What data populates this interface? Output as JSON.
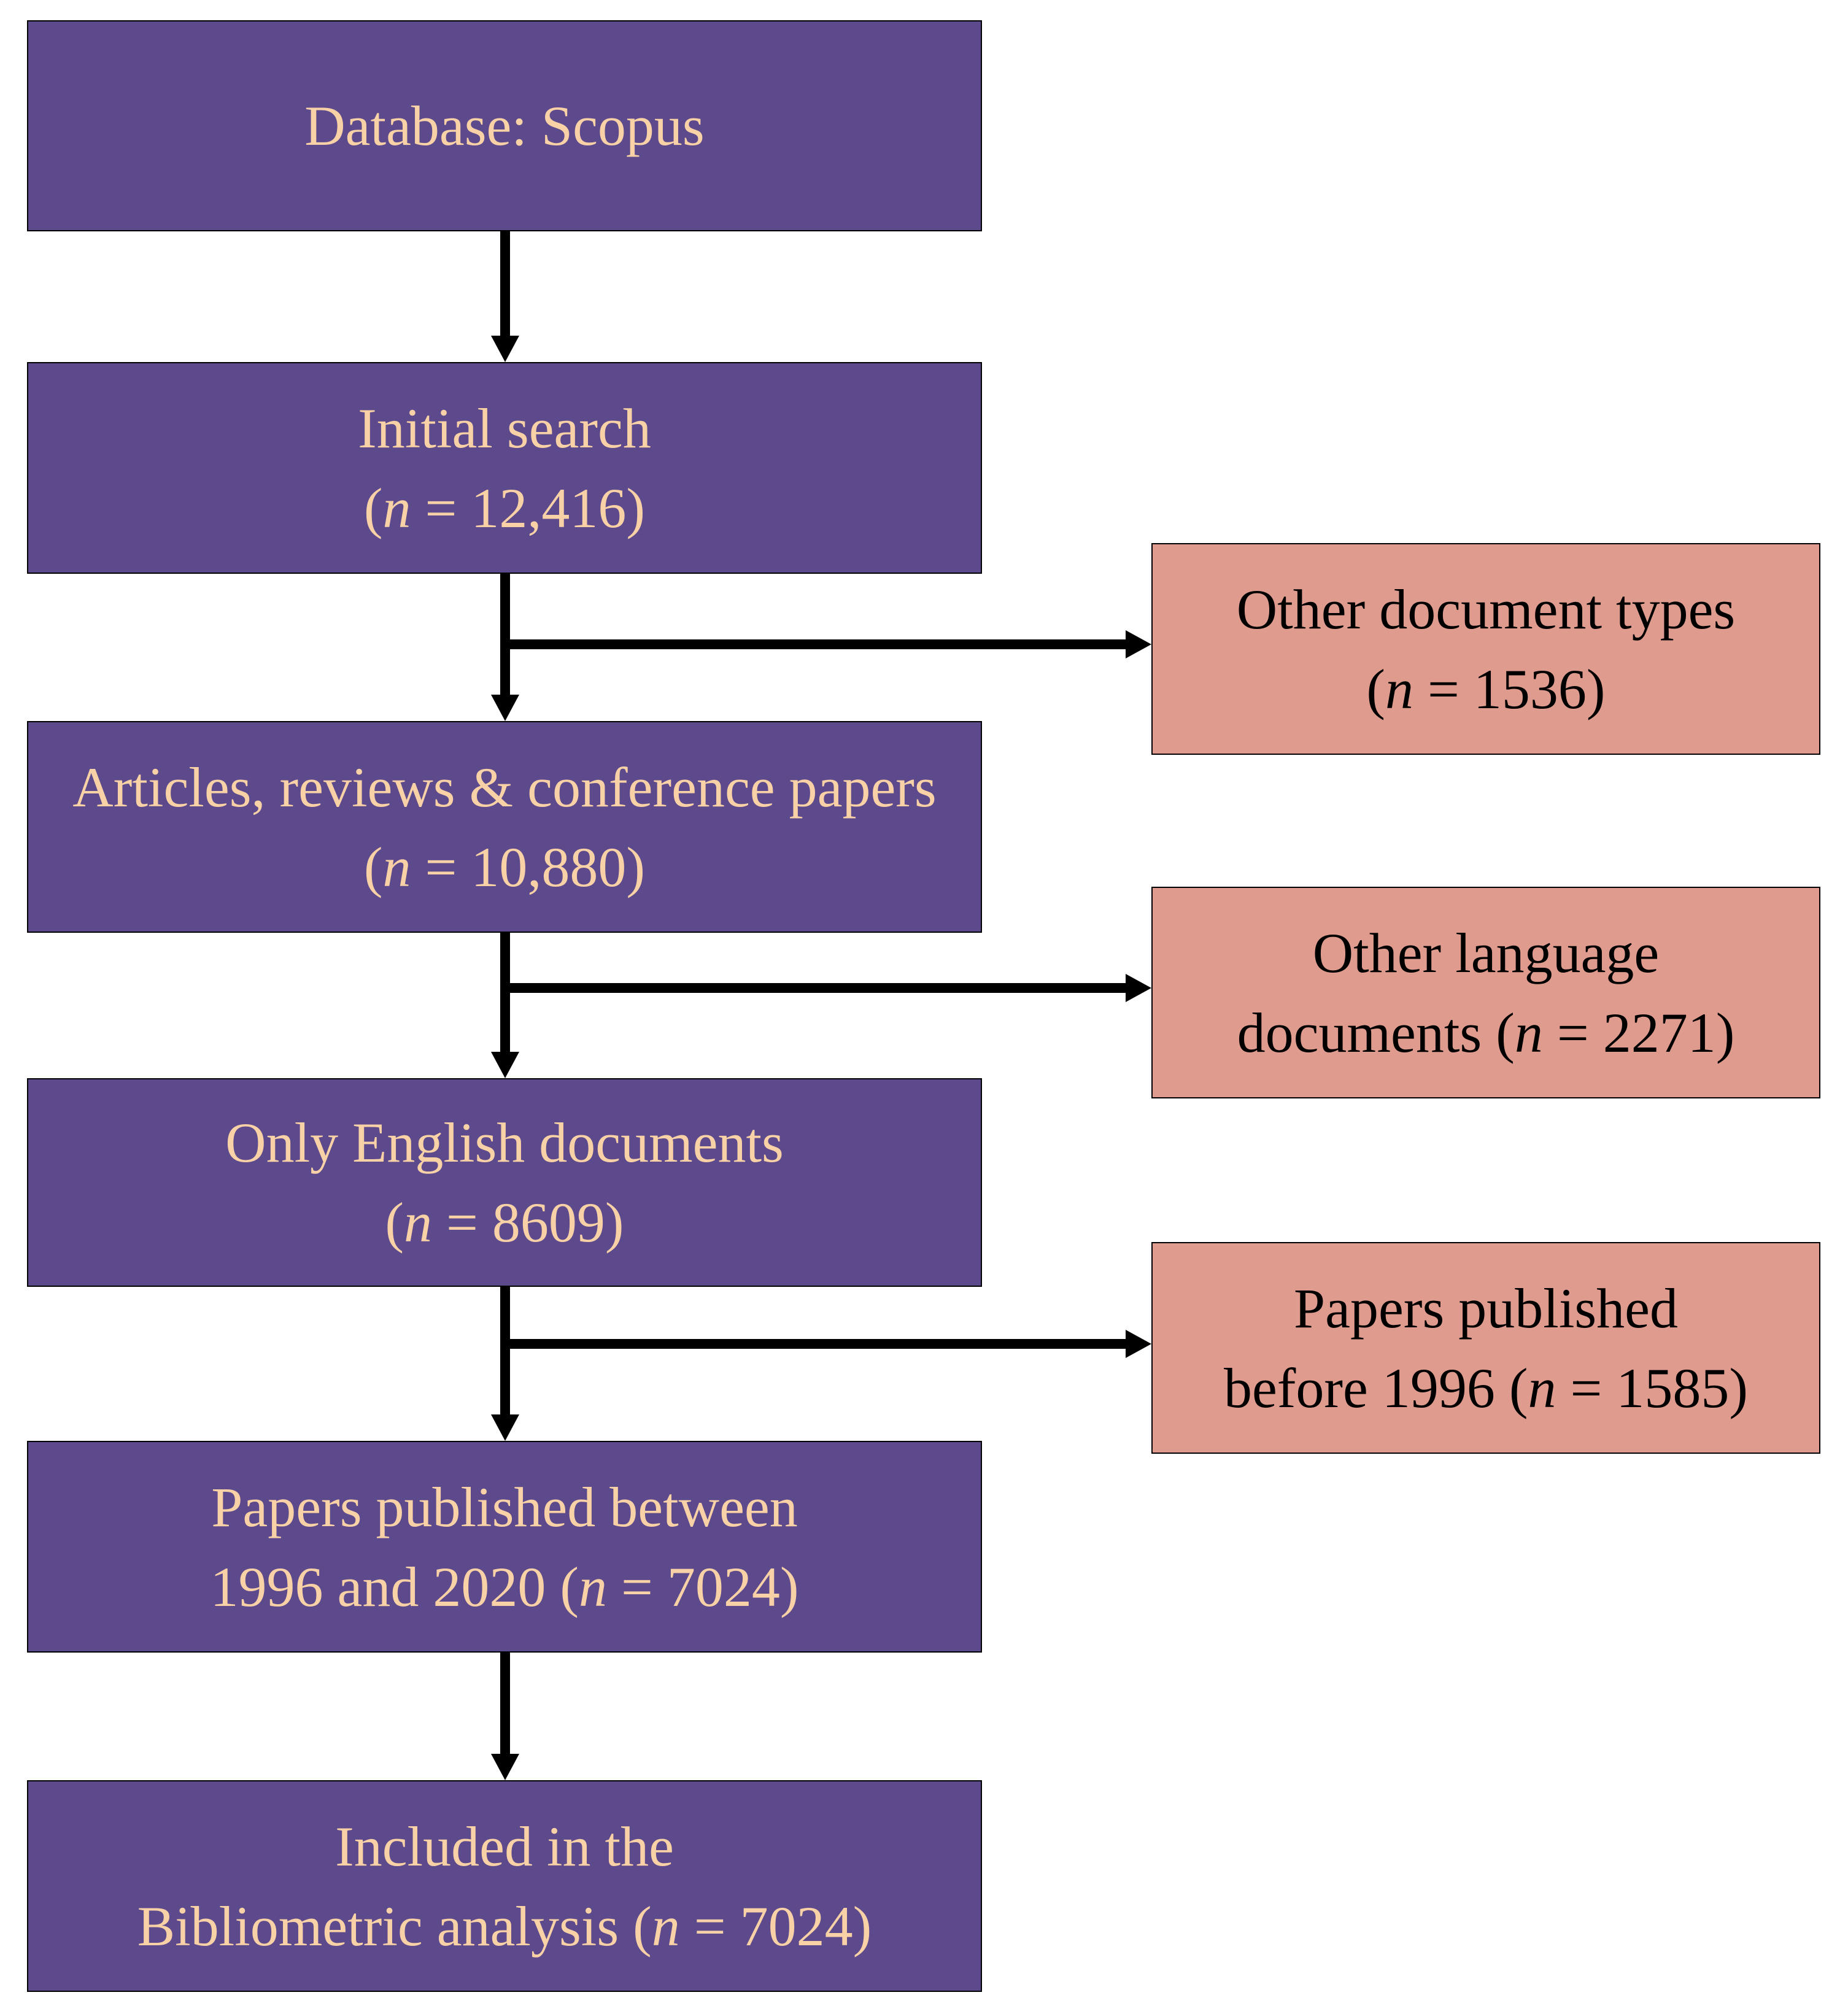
{
  "diagram": {
    "colors": {
      "page_background": "#FFFFFF",
      "flow_box_fill": "#5D4A8C",
      "flow_box_text": "#F9D1A6",
      "exclusion_box_fill": "#DF9B8E",
      "exclusion_box_text": "#000000",
      "arrow": "#000000",
      "border": "#000000"
    },
    "flow": [
      {
        "lines": [
          "Database: Scopus",
          ""
        ]
      },
      {
        "lines": [
          "Initial search",
          "(n = 12,416)"
        ]
      },
      {
        "lines": [
          "Articles, reviews & conference papers",
          "(n = 10,880)"
        ]
      },
      {
        "lines": [
          "Only English documents",
          "(n = 8609)"
        ]
      },
      {
        "lines": [
          "Papers published between",
          "1996 and 2020 (n = 7024)"
        ]
      },
      {
        "lines": [
          "Included in the",
          "Bibliometric analysis (n = 7024)"
        ]
      }
    ],
    "exclusions": [
      {
        "lines": [
          "Other document types",
          "(n = 1536)"
        ]
      },
      {
        "lines": [
          "Other language",
          "documents (n = 2271)"
        ]
      },
      {
        "lines": [
          "Papers published",
          "before 1996 (n = 1585)"
        ]
      }
    ]
  }
}
